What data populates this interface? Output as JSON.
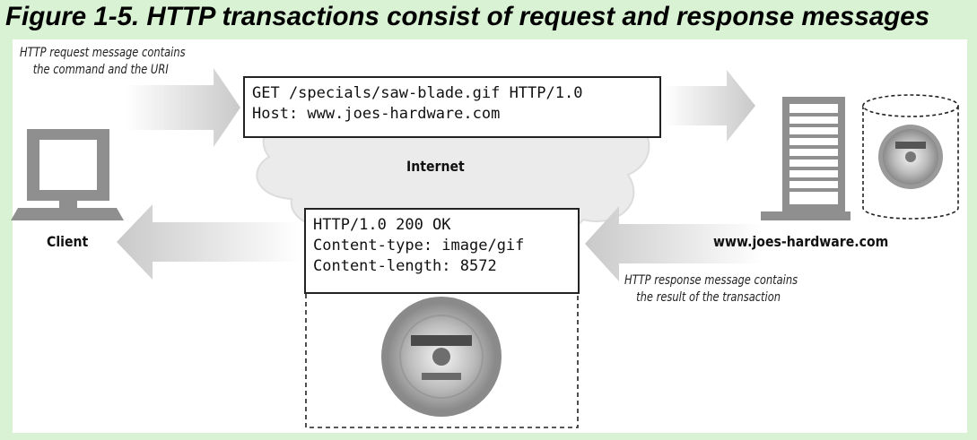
{
  "figure": {
    "title": "Figure 1-5. HTTP transactions consist of request and response messages"
  },
  "request_note": {
    "line1": "HTTP request message contains",
    "line2": "the command and the URI"
  },
  "request_message": {
    "line1": "GET /specials/saw-blade.gif HTTP/1.0",
    "line2": "Host: www.joes-hardware.com"
  },
  "internet_label": "Internet",
  "client_label": "Client",
  "server_label": "www.joes-hardware.com",
  "response_message": {
    "line1": "HTTP/1.0 200 OK",
    "line2": "Content-type: image/gif",
    "line3": "Content-length: 8572"
  },
  "response_note": {
    "line1": "HTTP response message contains",
    "line2": "the result of the transaction"
  },
  "colors": {
    "background": "#d9f2d3",
    "cloud": "#e9e9e9",
    "arrow": "#d4d4d4",
    "device": "#8f8f8f"
  },
  "icons": [
    "client-computer-icon",
    "server-icon",
    "database-icon",
    "saw-blade-icon"
  ]
}
